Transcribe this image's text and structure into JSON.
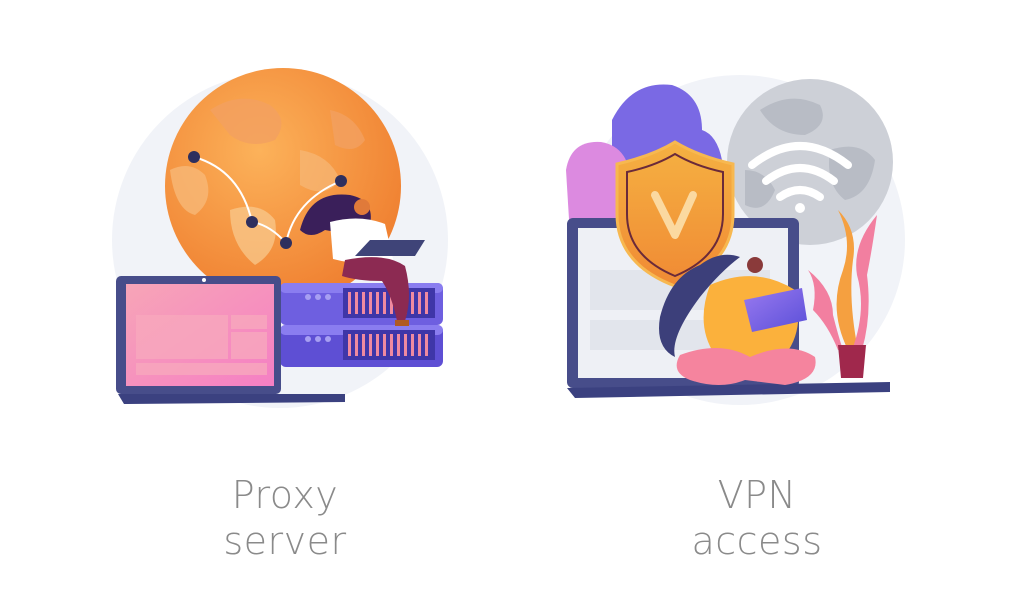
{
  "illustrations": [
    {
      "id": "proxy",
      "caption_line1": "Proxy",
      "caption_line2": "server",
      "colors": {
        "globe": "#f89a3c",
        "server": "#6a5ad8",
        "laptop_screen": "#f59bbf",
        "laptop_body": "#434a8a"
      }
    },
    {
      "id": "vpn",
      "caption_line1": "VPN",
      "caption_line2": "access",
      "colors": {
        "shield": "#f7a240",
        "leaf_purple": "#7b6be6",
        "leaf_pink": "#e58ee0",
        "globe": "#c8ccd3",
        "laptop_body": "#434a8a",
        "person": "#fbb13c"
      }
    }
  ]
}
